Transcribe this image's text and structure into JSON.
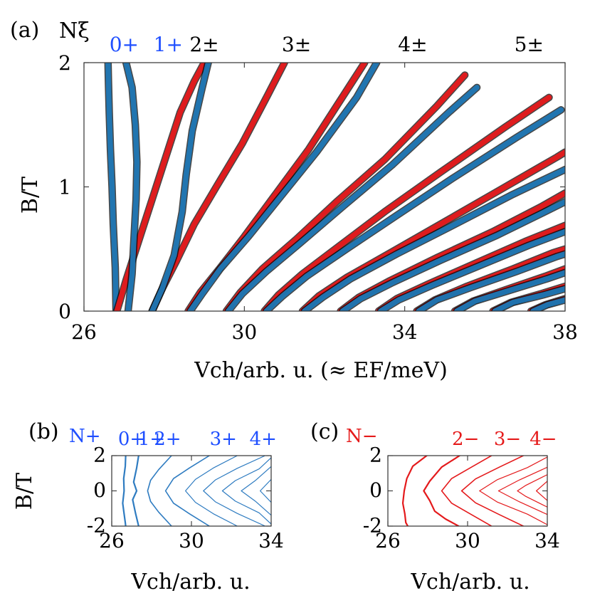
{
  "chart_data": [
    {
      "id": "a",
      "type": "line",
      "panel_label": "(a)",
      "top_header": "Nξ",
      "top_labels": [
        {
          "text": "0+",
          "color": "blue",
          "x": 27.0
        },
        {
          "text": "1+",
          "color": "blue",
          "x": 28.1
        },
        {
          "text": "2±",
          "color": "black",
          "x": 29.0
        },
        {
          "text": "3±",
          "color": "black",
          "x": 31.3
        },
        {
          "text": "4±",
          "color": "black",
          "x": 34.2
        },
        {
          "text": "5±",
          "color": "black",
          "x": 37.1
        }
      ],
      "xlabel": "Vch/arb. u.   (≈ EF/meV)",
      "ylabel": "B/T",
      "xlim": [
        26,
        38
      ],
      "ylim": [
        0,
        2
      ],
      "xticks": [
        26,
        30,
        34,
        38
      ],
      "yticks": [
        0,
        1,
        2
      ],
      "colors": {
        "plus": "#1f77b4",
        "minus": "#e41a1c",
        "shadow": "#000000"
      },
      "series": [
        {
          "family": "plus",
          "x": [
            26.8,
            26.78,
            26.73,
            26.7,
            26.66,
            26.63,
            26.61,
            26.6
          ],
          "y": [
            0.0,
            0.35,
            0.7,
            1.0,
            1.3,
            1.6,
            1.85,
            2.0
          ]
        },
        {
          "family": "minus",
          "x": [
            26.82,
            27.05,
            27.35,
            27.7,
            28.05,
            28.4,
            28.75,
            29.0
          ],
          "y": [
            0.0,
            0.25,
            0.55,
            0.9,
            1.25,
            1.6,
            1.85,
            2.0
          ]
        },
        {
          "family": "plus",
          "x": [
            27.1,
            27.2,
            27.25,
            27.3,
            27.32,
            27.28,
            27.2,
            27.05
          ],
          "y": [
            0.0,
            0.3,
            0.6,
            0.9,
            1.2,
            1.5,
            1.8,
            2.0
          ]
        },
        {
          "family": "minus",
          "x": [
            27.7,
            27.95,
            28.3,
            28.75,
            29.3,
            29.95,
            30.6,
            31.0
          ],
          "y": [
            0.0,
            0.18,
            0.4,
            0.7,
            1.0,
            1.35,
            1.75,
            2.0
          ]
        },
        {
          "family": "plus",
          "x": [
            27.7,
            27.95,
            28.25,
            28.45,
            28.55,
            28.7,
            28.95,
            29.1
          ],
          "y": [
            0.0,
            0.18,
            0.45,
            0.8,
            1.1,
            1.45,
            1.8,
            2.0
          ]
        },
        {
          "family": "minus",
          "x": [
            28.6,
            28.9,
            29.4,
            30.0,
            30.8,
            31.6,
            32.6,
            33.0
          ],
          "y": [
            0.0,
            0.15,
            0.35,
            0.6,
            0.95,
            1.3,
            1.8,
            2.0
          ]
        },
        {
          "family": "plus",
          "x": [
            28.65,
            28.95,
            29.4,
            30.1,
            30.9,
            31.8,
            32.8,
            33.3
          ],
          "y": [
            0.0,
            0.14,
            0.34,
            0.6,
            0.92,
            1.28,
            1.72,
            2.0
          ]
        },
        {
          "family": "minus",
          "x": [
            29.55,
            29.9,
            30.45,
            31.3,
            32.3,
            33.5,
            34.8,
            35.5
          ],
          "y": [
            0.0,
            0.15,
            0.34,
            0.58,
            0.88,
            1.22,
            1.65,
            1.9
          ]
        },
        {
          "family": "plus",
          "x": [
            29.6,
            29.95,
            30.55,
            31.4,
            32.45,
            33.7,
            35.1,
            35.8
          ],
          "y": [
            0.0,
            0.14,
            0.32,
            0.55,
            0.84,
            1.18,
            1.6,
            1.8
          ]
        },
        {
          "family": "minus",
          "x": [
            30.5,
            30.85,
            31.45,
            32.35,
            33.5,
            34.9,
            36.5,
            37.6
          ],
          "y": [
            0.0,
            0.13,
            0.3,
            0.52,
            0.8,
            1.12,
            1.48,
            1.72
          ]
        },
        {
          "family": "plus",
          "x": [
            30.55,
            30.95,
            31.55,
            32.55,
            33.8,
            35.2,
            36.8,
            37.9
          ],
          "y": [
            0.0,
            0.12,
            0.28,
            0.5,
            0.77,
            1.07,
            1.4,
            1.62
          ]
        },
        {
          "family": "minus",
          "x": [
            31.45,
            31.85,
            32.55,
            33.7,
            35.0,
            36.4,
            37.8,
            38.0
          ],
          "y": [
            0.0,
            0.12,
            0.27,
            0.48,
            0.72,
            0.98,
            1.24,
            1.28
          ]
        },
        {
          "family": "plus",
          "x": [
            31.5,
            31.95,
            32.65,
            33.8,
            35.2,
            36.7,
            38.0
          ],
          "y": [
            0.0,
            0.11,
            0.26,
            0.46,
            0.69,
            0.94,
            1.14
          ]
        },
        {
          "family": "minus",
          "x": [
            32.4,
            32.85,
            33.6,
            34.8,
            36.2,
            37.4,
            38.0
          ],
          "y": [
            0.0,
            0.11,
            0.24,
            0.43,
            0.64,
            0.84,
            0.95
          ]
        },
        {
          "family": "plus",
          "x": [
            32.45,
            32.9,
            33.7,
            34.9,
            36.3,
            37.5,
            38.0
          ],
          "y": [
            0.0,
            0.1,
            0.23,
            0.41,
            0.61,
            0.8,
            0.88
          ]
        },
        {
          "family": "minus",
          "x": [
            33.35,
            33.8,
            34.6,
            35.8,
            37.0,
            38.0
          ],
          "y": [
            0.0,
            0.1,
            0.22,
            0.39,
            0.56,
            0.69
          ]
        },
        {
          "family": "plus",
          "x": [
            33.4,
            33.85,
            34.7,
            35.9,
            37.1,
            38.0
          ],
          "y": [
            0.0,
            0.09,
            0.21,
            0.37,
            0.53,
            0.64
          ]
        },
        {
          "family": "minus",
          "x": [
            34.3,
            34.75,
            35.55,
            36.7,
            37.7,
            38.0
          ],
          "y": [
            0.0,
            0.09,
            0.2,
            0.34,
            0.47,
            0.5
          ]
        },
        {
          "family": "plus",
          "x": [
            34.35,
            34.8,
            35.65,
            36.8,
            37.8,
            38.0
          ],
          "y": [
            0.0,
            0.09,
            0.19,
            0.32,
            0.44,
            0.46
          ]
        },
        {
          "family": "minus",
          "x": [
            35.25,
            35.7,
            36.5,
            37.5,
            38.0
          ],
          "y": [
            0.0,
            0.08,
            0.17,
            0.28,
            0.34
          ]
        },
        {
          "family": "plus",
          "x": [
            35.3,
            35.75,
            36.55,
            37.55,
            38.0
          ],
          "y": [
            0.0,
            0.08,
            0.16,
            0.26,
            0.31
          ]
        },
        {
          "family": "minus",
          "x": [
            36.2,
            36.65,
            37.4,
            38.0
          ],
          "y": [
            0.0,
            0.07,
            0.14,
            0.2
          ]
        },
        {
          "family": "plus",
          "x": [
            36.25,
            36.7,
            37.45,
            38.0
          ],
          "y": [
            0.0,
            0.07,
            0.13,
            0.18
          ]
        },
        {
          "family": "minus",
          "x": [
            37.15,
            37.5,
            38.0
          ],
          "y": [
            0.0,
            0.05,
            0.1
          ]
        },
        {
          "family": "plus",
          "x": [
            37.2,
            37.55,
            38.0
          ],
          "y": [
            0.0,
            0.05,
            0.09
          ]
        }
      ]
    },
    {
      "id": "b",
      "type": "line",
      "panel_label": "(b)",
      "top_header": "N+",
      "top_labels": [
        {
          "text": "0+",
          "color": "blue",
          "x": 27.0
        },
        {
          "text": "1+",
          "color": "blue",
          "x": 28.0
        },
        {
          "text": "2+",
          "color": "blue",
          "x": 28.8
        },
        {
          "text": "3+",
          "color": "blue",
          "x": 31.6
        },
        {
          "text": "4+",
          "color": "blue",
          "x": 33.6
        }
      ],
      "xlabel": "Vch/arb. u.",
      "ylabel": "B/T",
      "xlim": [
        26,
        34
      ],
      "ylim": [
        -2,
        2
      ],
      "xticks": [
        26,
        30,
        34
      ],
      "yticks": [
        -2,
        0,
        2
      ],
      "line_color": "#2f7cc1",
      "series": [
        {
          "x": [
            26.7,
            26.68,
            26.6,
            26.62,
            26.55,
            26.62,
            26.68,
            26.7
          ],
          "y": [
            2.0,
            1.4,
            0.7,
            0.0,
            -0.7,
            -1.3,
            -1.8,
            -2.0
          ]
        },
        {
          "x": [
            27.35,
            27.25,
            27.1,
            27.25,
            27.05,
            27.2,
            27.35
          ],
          "y": [
            2.0,
            1.3,
            0.5,
            0.0,
            -0.5,
            -1.3,
            -2.0
          ]
        },
        {
          "x": [
            29.0,
            28.35,
            27.95,
            27.8,
            27.95,
            28.35,
            29.0
          ],
          "y": [
            2.0,
            1.2,
            0.6,
            0.0,
            -0.6,
            -1.2,
            -2.0
          ]
        },
        {
          "x": [
            30.9,
            29.9,
            29.1,
            28.7,
            29.1,
            29.9,
            30.9
          ],
          "y": [
            2.0,
            1.3,
            0.7,
            0.0,
            -0.7,
            -1.3,
            -2.0
          ]
        },
        {
          "x": [
            32.3,
            31.1,
            30.2,
            29.7,
            30.2,
            31.1,
            32.3
          ],
          "y": [
            2.0,
            1.3,
            0.65,
            0.0,
            -0.65,
            -1.3,
            -2.0
          ]
        },
        {
          "x": [
            33.7,
            32.3,
            31.2,
            30.6,
            31.2,
            32.3,
            33.7
          ],
          "y": [
            2.0,
            1.28,
            0.62,
            0.0,
            -0.62,
            -1.28,
            -2.0
          ]
        },
        {
          "x": [
            34.0,
            33.4,
            32.2,
            31.55,
            32.2,
            33.4,
            34.0
          ],
          "y": [
            1.88,
            1.25,
            0.58,
            0.0,
            -0.58,
            -1.25,
            -1.88
          ]
        },
        {
          "x": [
            34.0,
            33.2,
            32.5,
            33.2,
            34.0
          ],
          "y": [
            1.38,
            0.58,
            0.0,
            -0.58,
            -1.38
          ]
        },
        {
          "x": [
            34.0,
            33.45,
            34.0
          ],
          "y": [
            0.65,
            0.0,
            -0.65
          ]
        }
      ]
    },
    {
      "id": "c",
      "type": "line",
      "panel_label": "(c)",
      "top_header": "N−",
      "top_labels": [
        {
          "text": "2−",
          "color": "red",
          "x": 29.9
        },
        {
          "text": "3−",
          "color": "red",
          "x": 32.0
        },
        {
          "text": "4−",
          "color": "red",
          "x": 33.8
        }
      ],
      "xlabel": "Vch/arb. u.",
      "ylabel": "",
      "xlim": [
        26,
        34
      ],
      "ylim": [
        -2,
        2
      ],
      "xticks": [
        26,
        30,
        34
      ],
      "yticks": [
        -2,
        0,
        2
      ],
      "line_color": "#e41a1c",
      "series": [
        {
          "x": [
            27.95,
            27.25,
            26.95,
            26.82,
            26.75,
            26.85,
            26.9,
            27.0
          ],
          "y": [
            2.0,
            1.4,
            0.7,
            0.0,
            -0.7,
            -1.3,
            -1.8,
            -2.0
          ]
        },
        {
          "x": [
            29.6,
            28.7,
            28.1,
            27.8,
            28.1,
            28.35,
            28.9,
            29.55
          ],
          "y": [
            2.0,
            1.35,
            0.55,
            0.0,
            -0.55,
            -1.15,
            -1.6,
            -2.0
          ]
        },
        {
          "x": [
            31.2,
            30.2,
            29.2,
            28.7,
            29.2,
            30.2,
            31.2
          ],
          "y": [
            2.0,
            1.35,
            0.7,
            0.0,
            -0.7,
            -1.35,
            -2.0
          ]
        },
        {
          "x": [
            32.8,
            31.6,
            30.4,
            29.7,
            30.4,
            31.6,
            32.8
          ],
          "y": [
            2.0,
            1.35,
            0.68,
            0.0,
            -0.68,
            -1.35,
            -2.0
          ]
        },
        {
          "x": [
            34.0,
            33.0,
            31.5,
            30.6,
            31.5,
            33.0,
            34.0
          ],
          "y": [
            1.92,
            1.32,
            0.64,
            0.0,
            -0.64,
            -1.32,
            -1.92
          ]
        },
        {
          "x": [
            34.0,
            32.6,
            31.55,
            32.6,
            34.0
          ],
          "y": [
            1.34,
            0.62,
            0.0,
            -0.62,
            -1.34
          ]
        },
        {
          "x": [
            34.0,
            32.9,
            32.5,
            32.9,
            34.0
          ],
          "y": [
            0.92,
            0.3,
            0.0,
            -0.3,
            -0.92
          ]
        },
        {
          "x": [
            34.0,
            33.45,
            34.0
          ],
          "y": [
            0.55,
            0.0,
            -0.55
          ]
        }
      ]
    }
  ]
}
